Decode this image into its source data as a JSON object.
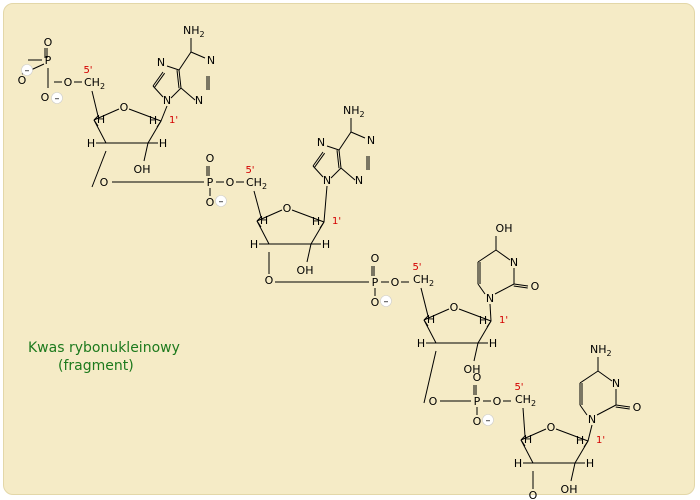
{
  "caption": {
    "line1": "Kwas rybonukleinowy",
    "line2": "(fragment)"
  },
  "labels": {
    "amino": "NH",
    "amino_sub": "2",
    "hydroxyl": "OH",
    "oxygen": "O",
    "nitrogen": "N",
    "phosphorus": "P",
    "hydrogen": "H",
    "methylene": "CH",
    "methylene_sub": "2",
    "carbon_5": "5'",
    "carbon_1": "1'",
    "charge": "–"
  },
  "colors": {
    "background": "#f5ebc6",
    "caption": "#1d7a1d",
    "locant": "#d40000"
  }
}
